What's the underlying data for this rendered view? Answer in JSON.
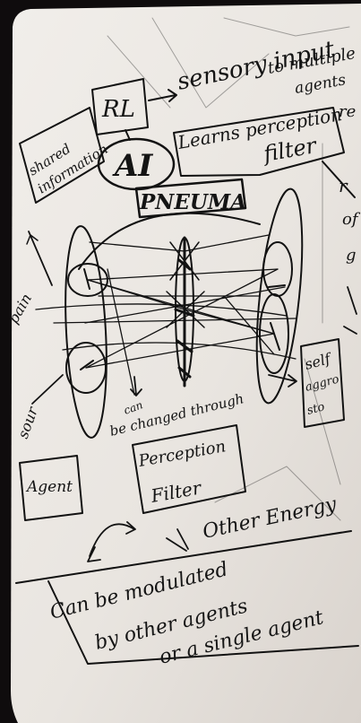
{
  "notebook": {
    "paper_color": "#ece8e3",
    "ink_color": "#121212",
    "background_color": "#0f0c0d"
  },
  "labels": {
    "rl": "RL",
    "sensory_input": "sensory input",
    "to_multiple": "to multiple",
    "agents": "agents",
    "shared_information_1": "shared",
    "shared_information_2": "information",
    "ai": "AI",
    "learns_perception": "Learns perception",
    "filter": "filter",
    "pneuma": "PNEUMA",
    "pain": "pain",
    "sour": "sour",
    "can_be_changed_1": "can",
    "can_be_changed_2": "be changed through",
    "agent": "Agent",
    "perception_filter_1": "Perception",
    "perception_filter_2": "Filter",
    "other_energy": "Other Energy",
    "self_aggressed_1": "self",
    "self_aggressed_2": "aggro",
    "self_aggressed_3": "sto",
    "can_be_modulated_1": "Can be modulated",
    "can_be_modulated_2": "by other agents",
    "can_be_modulated_3": "or a single agent",
    "edge_re": "re",
    "edge_r": "r",
    "edge_of": "of",
    "edge_g": "g"
  }
}
